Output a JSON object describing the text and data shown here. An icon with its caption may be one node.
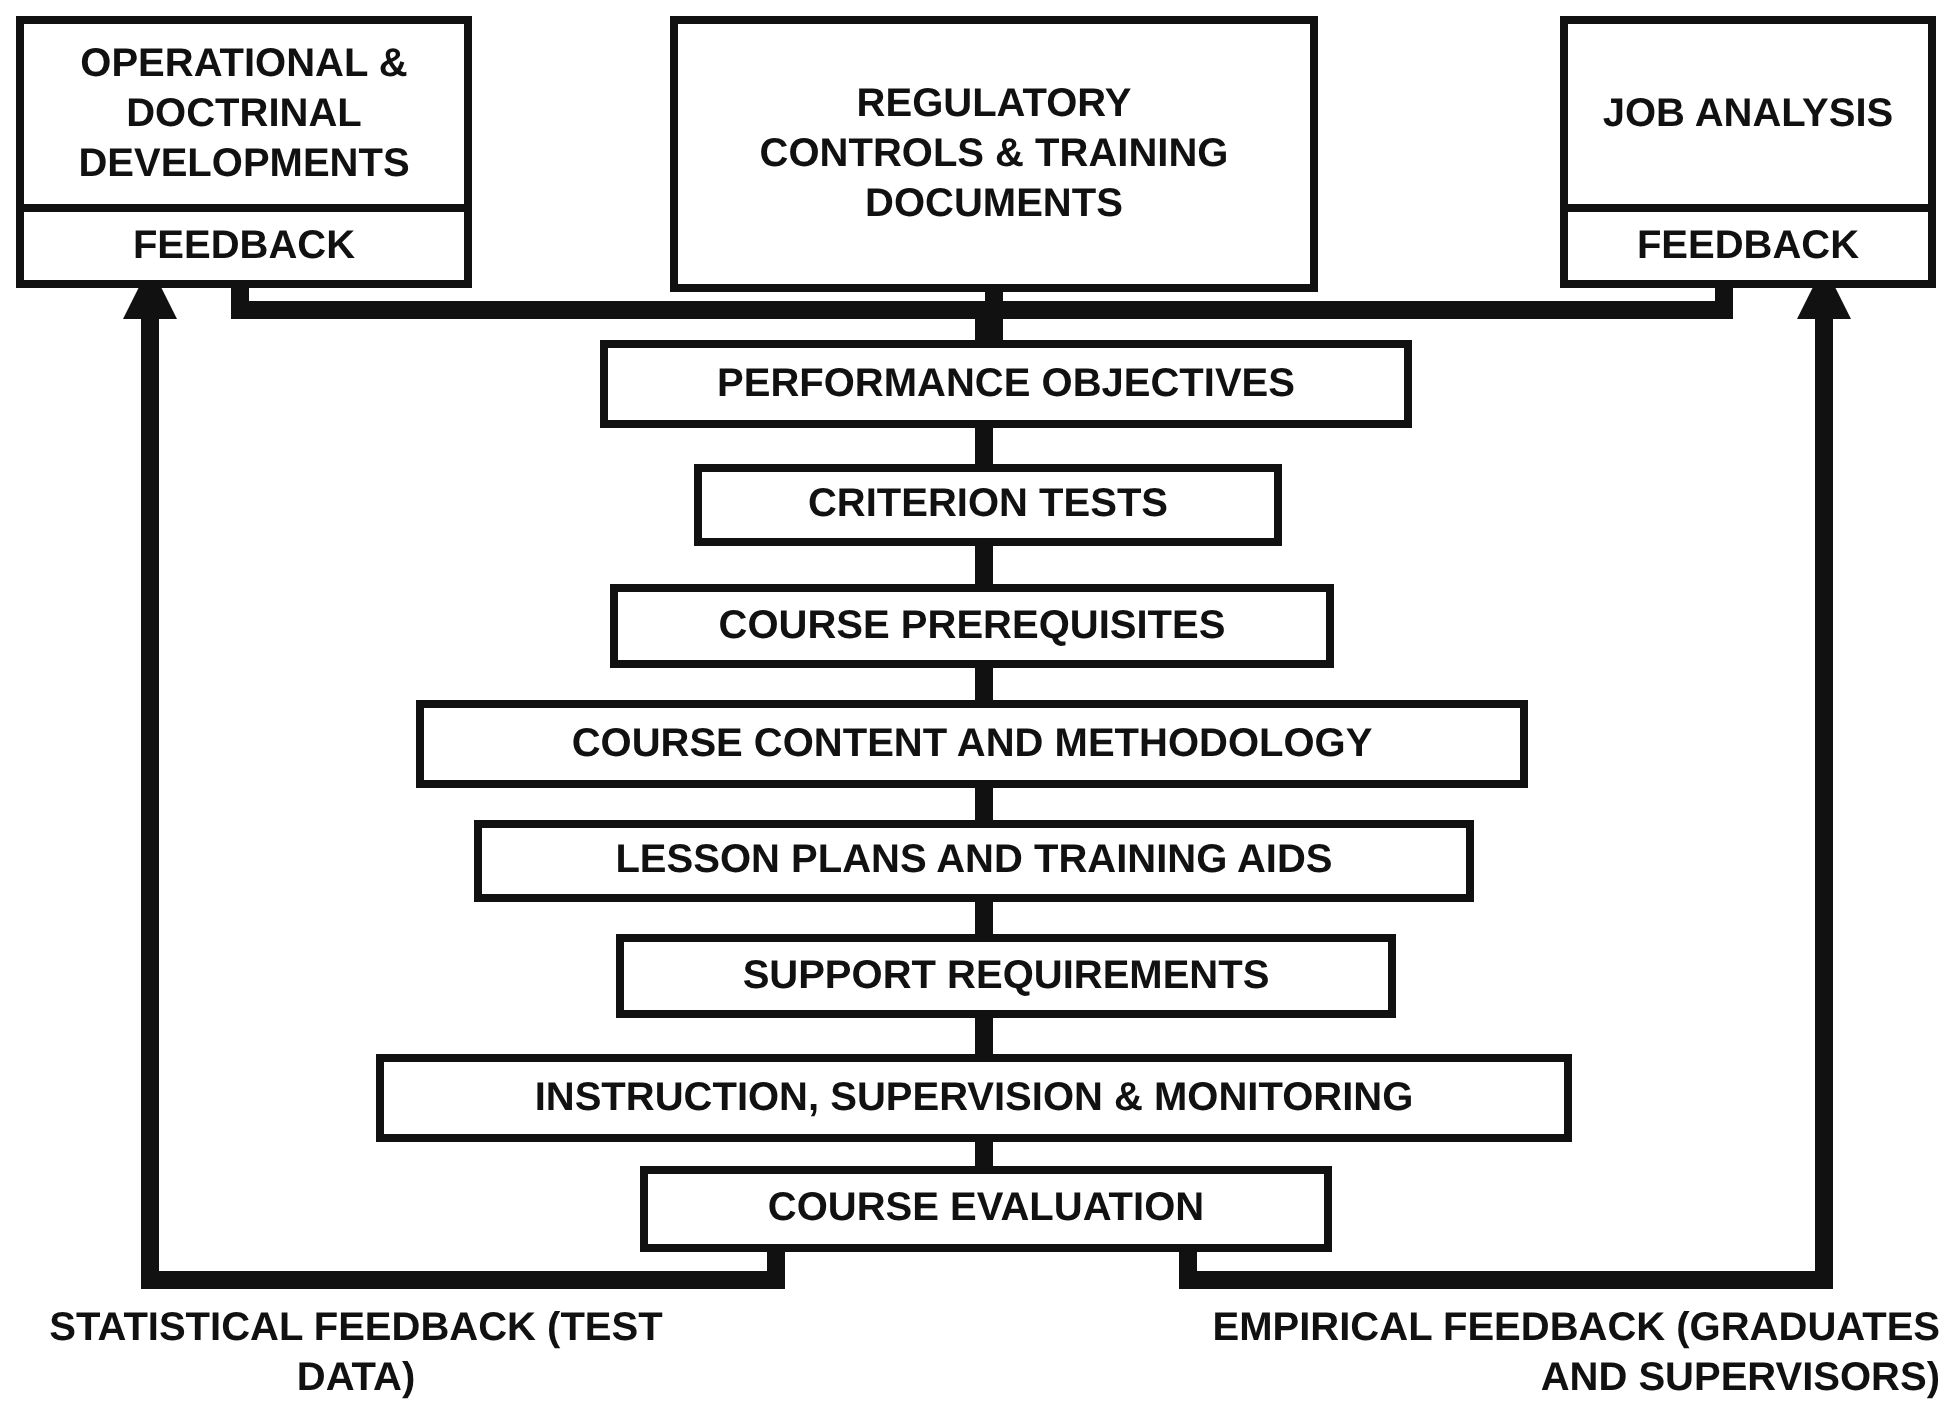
{
  "diagram": {
    "nodes": [
      {
        "text": [
          "OPERATIONAL & DOCTRINAL DEVELOPMENTS",
          "FEEDBACK"
        ]
      },
      {
        "text": [
          "REGULATORY CONTROLS & TRAINING DOCUMENTS"
        ]
      },
      {
        "text": [
          "JOB ANALYSIS",
          "FEEDBACK"
        ]
      },
      {
        "text": [
          "PERFORMANCE OBJECTIVES"
        ]
      },
      {
        "text": [
          "CRITERION TESTS"
        ]
      },
      {
        "text": [
          "COURSE PREREQUISITES"
        ]
      },
      {
        "text": [
          "COURSE CONTENT AND METHODOLOGY"
        ]
      },
      {
        "text": [
          "LESSON PLANS AND TRAINING AIDS"
        ]
      },
      {
        "text": [
          "SUPPORT REQUIREMENTS"
        ]
      },
      {
        "text": [
          "INSTRUCTION, SUPERVISION & MONITORING"
        ]
      },
      {
        "text": [
          "COURSE EVALUATION"
        ]
      }
    ],
    "edges": [
      {
        "from": 0,
        "to": 3,
        "arrow": "none"
      },
      {
        "from": 1,
        "to": 3,
        "arrow": "none"
      },
      {
        "from": 2,
        "to": 3,
        "arrow": "none"
      },
      {
        "from": 3,
        "to": 4,
        "arrow": "none"
      },
      {
        "from": 4,
        "to": 5,
        "arrow": "none"
      },
      {
        "from": 5,
        "to": 6,
        "arrow": "none"
      },
      {
        "from": 6,
        "to": 7,
        "arrow": "none"
      },
      {
        "from": 7,
        "to": 8,
        "arrow": "none"
      },
      {
        "from": 8,
        "to": 9,
        "arrow": "none"
      },
      {
        "from": 9,
        "to": 10,
        "arrow": "none"
      },
      {
        "from": 10,
        "to": 0,
        "arrow": "to",
        "label": "STATISTICAL FEEDBACK (TEST DATA)"
      },
      {
        "from": 10,
        "to": 2,
        "arrow": "to",
        "label": "EMPIRICAL FEEDBACK (GRADUATES AND SUPERVISORS)"
      }
    ]
  }
}
